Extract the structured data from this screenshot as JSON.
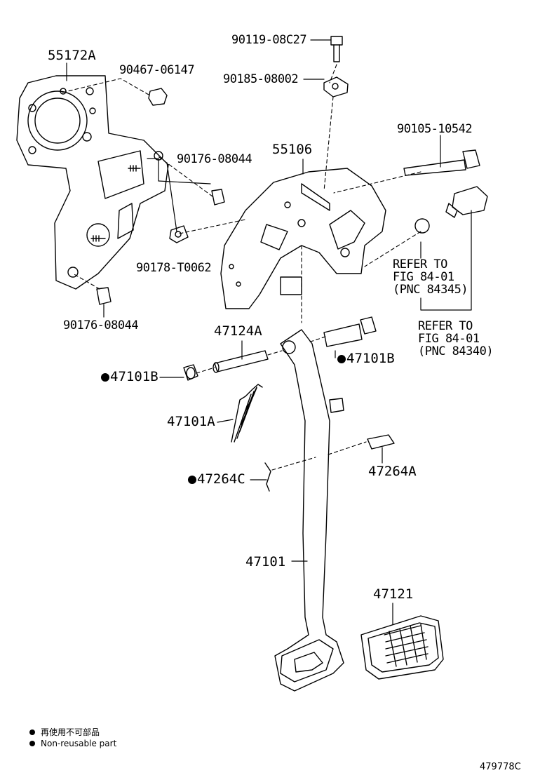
{
  "parts": {
    "p55172A": "55172A",
    "p90467": "90467-06147",
    "p90119": "90119-08C27",
    "p90185": "90185-08002",
    "p90105": "90105-10542",
    "p55106": "55106",
    "p90176a": "90176-08044",
    "p90178": "90178-T0062",
    "p90176b": "90176-08044",
    "p47124A": "47124A",
    "p47101B_left": "47101B",
    "p47101B_right": "47101B",
    "p47101A": "47101A",
    "p47264C": "47264C",
    "p47264A": "47264A",
    "p47101": "47101",
    "p47121": "47121"
  },
  "references": {
    "ref1": [
      "REFER TO",
      "FIG 84-01",
      "(PNC 84345)"
    ],
    "ref2": [
      "REFER TO",
      "FIG 84-01",
      "(PNC 84340)"
    ]
  },
  "legend": {
    "jp": "再使用不可部品",
    "en": "Non-reusable part"
  },
  "figure_id": "479778C"
}
